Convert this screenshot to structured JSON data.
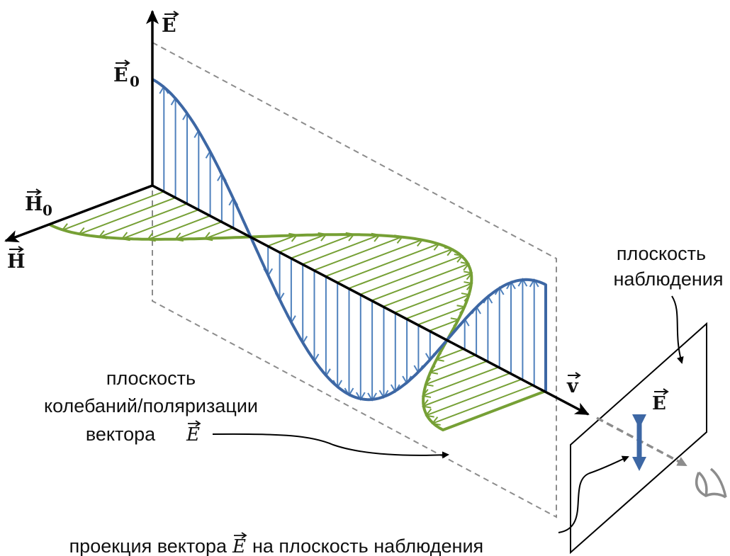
{
  "axes": {
    "e_label": "E",
    "e0_label": "E",
    "e0_sub": "0",
    "h_label": "H",
    "h0_label": "H",
    "h0_sub": "0",
    "v_label": "v"
  },
  "labels": {
    "observation_plane_line1": "плоскость",
    "observation_plane_line2": "наблюдения",
    "polarization_line1": "плоскость",
    "polarization_line2": "колебаний/поляризации",
    "polarization_line3": "вектора",
    "polarization_vec": "E",
    "projection_text_before": "проекция вектора",
    "projection_vec": "E",
    "projection_text_after": "на плоскость наблюдения",
    "screen_vector": "E"
  },
  "colors": {
    "electric_wave": "#3d67a4",
    "electric_arrows": "#4f81bd",
    "magnetic_wave": "#76a035",
    "axes": "#000000",
    "dashed_plane": "#8c8c8c",
    "eye": "#8c8c8c"
  }
}
